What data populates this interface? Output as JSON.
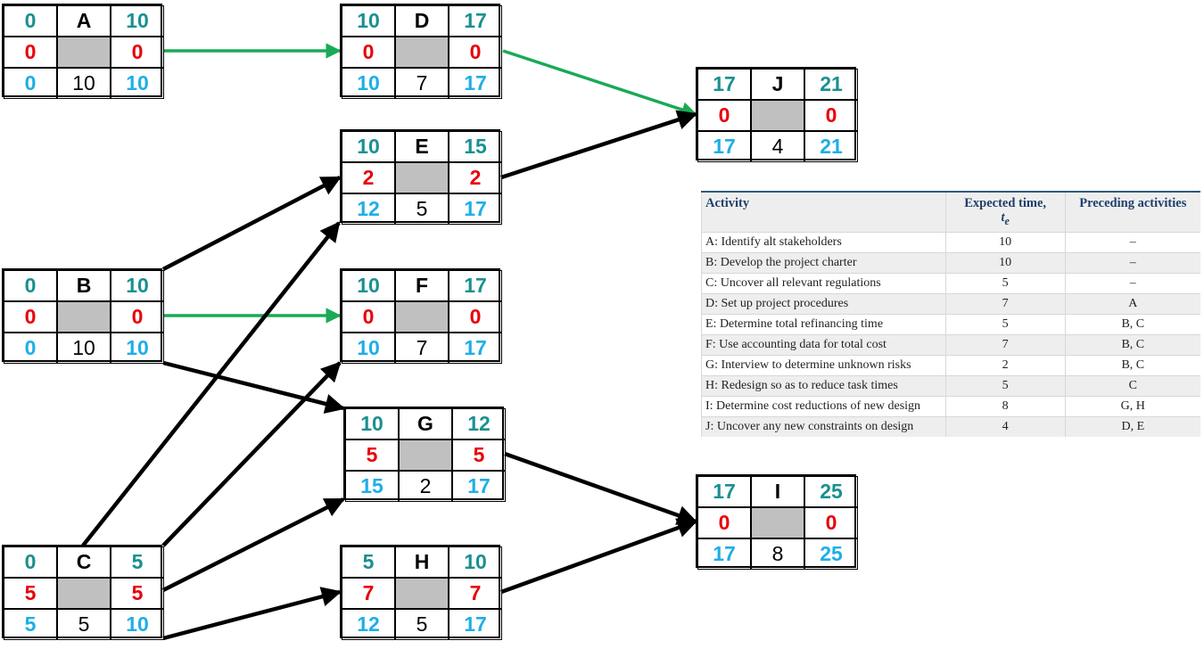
{
  "colors": {
    "early": "#1a9090",
    "slack": "#e8000b",
    "late": "#1eaee8",
    "critical_arrow": "#1aaa55",
    "normal_arrow": "#000000",
    "center_fill": "#c0c0c0"
  },
  "nodes": [
    {
      "id": "A",
      "es": "0",
      "ef": "10",
      "sl": "0",
      "sr": "0",
      "ls": "0",
      "dur": "10",
      "lf": "10"
    },
    {
      "id": "B",
      "es": "0",
      "ef": "10",
      "sl": "0",
      "sr": "0",
      "ls": "0",
      "dur": "10",
      "lf": "10"
    },
    {
      "id": "C",
      "es": "0",
      "ef": "5",
      "sl": "5",
      "sr": "5",
      "ls": "5",
      "dur": "5",
      "lf": "10"
    },
    {
      "id": "D",
      "es": "10",
      "ef": "17",
      "sl": "0",
      "sr": "0",
      "ls": "10",
      "dur": "7",
      "lf": "17"
    },
    {
      "id": "E",
      "es": "10",
      "ef": "15",
      "sl": "2",
      "sr": "2",
      "ls": "12",
      "dur": "5",
      "lf": "17"
    },
    {
      "id": "F",
      "es": "10",
      "ef": "17",
      "sl": "0",
      "sr": "0",
      "ls": "10",
      "dur": "7",
      "lf": "17"
    },
    {
      "id": "G",
      "es": "10",
      "ef": "12",
      "sl": "5",
      "sr": "5",
      "ls": "15",
      "dur": "2",
      "lf": "17"
    },
    {
      "id": "H",
      "es": "5",
      "ef": "10",
      "sl": "7",
      "sr": "7",
      "ls": "12",
      "dur": "5",
      "lf": "17"
    },
    {
      "id": "J",
      "es": "17",
      "ef": "21",
      "sl": "0",
      "sr": "0",
      "ls": "17",
      "dur": "4",
      "lf": "21"
    },
    {
      "id": "I",
      "es": "17",
      "ef": "25",
      "sl": "0",
      "sr": "0",
      "ls": "17",
      "dur": "8",
      "lf": "25"
    }
  ],
  "edges": [
    {
      "from": "A",
      "to": "D",
      "critical": true
    },
    {
      "from": "D",
      "to": "J",
      "critical": true
    },
    {
      "from": "E",
      "to": "J",
      "critical": false
    },
    {
      "from": "B",
      "to": "E",
      "critical": false
    },
    {
      "from": "B",
      "to": "F",
      "critical": true
    },
    {
      "from": "B",
      "to": "G",
      "critical": false
    },
    {
      "from": "C",
      "to": "E",
      "critical": false
    },
    {
      "from": "C",
      "to": "F",
      "critical": false
    },
    {
      "from": "C",
      "to": "G",
      "critical": false
    },
    {
      "from": "C",
      "to": "H",
      "critical": false
    },
    {
      "from": "G",
      "to": "I",
      "critical": false
    },
    {
      "from": "H",
      "to": "I",
      "critical": false
    }
  ],
  "table": {
    "headers": {
      "activity": "Activity",
      "time": "Expected time,",
      "time_symbol": "t",
      "time_sub": "e",
      "preceding": "Preceding activities"
    },
    "rows": [
      {
        "activity": "A: Identify alt stakeholders",
        "time": "10",
        "preceding": "–"
      },
      {
        "activity": "B: Develop the project charter",
        "time": "10",
        "preceding": "–"
      },
      {
        "activity": "C: Uncover all relevant regulations",
        "time": "5",
        "preceding": "–"
      },
      {
        "activity": "D: Set up project procedures",
        "time": "7",
        "preceding": "A"
      },
      {
        "activity": "E: Determine total refinancing time",
        "time": "5",
        "preceding": "B, C"
      },
      {
        "activity": "F: Use accounting data for total cost",
        "time": "7",
        "preceding": "B, C"
      },
      {
        "activity": "G: Interview to determine unknown risks",
        "time": "2",
        "preceding": "B, C"
      },
      {
        "activity": "H: Redesign so as to reduce task times",
        "time": "5",
        "preceding": "C"
      },
      {
        "activity": "I: Determine cost reductions of new design",
        "time": "8",
        "preceding": "G, H"
      },
      {
        "activity": "J: Uncover any new constraints on design",
        "time": "4",
        "preceding": "D, E"
      }
    ]
  }
}
